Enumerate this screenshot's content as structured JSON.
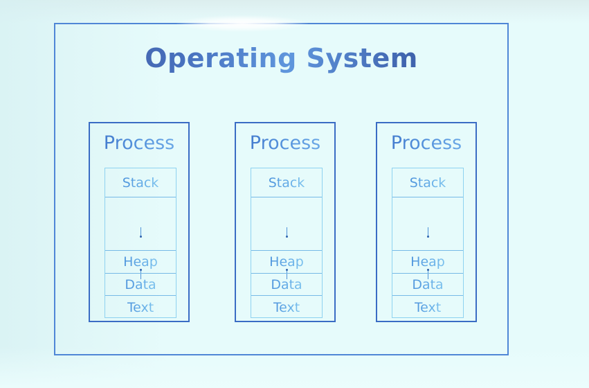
{
  "diagram": {
    "title": "Operating System",
    "background_color": "#e6fbfb",
    "frame_color": "#4f86d6",
    "process_border_color": "#3a6cc4",
    "memory_border_color": "#8ed2f0",
    "title_color": "#3f63ad",
    "process_label_color": "#4a84d8",
    "segment_label_color": "#5aa4e2",
    "processes": [
      {
        "label": "Process",
        "segments": [
          {
            "name": "Stack",
            "label": "Stack"
          },
          {
            "name": "free-space",
            "label": ""
          },
          {
            "name": "Heap",
            "label": "Heap"
          },
          {
            "name": "Data",
            "label": "Data"
          },
          {
            "name": "Text",
            "label": "Text"
          }
        ]
      },
      {
        "label": "Process",
        "segments": [
          {
            "name": "Stack",
            "label": "Stack"
          },
          {
            "name": "free-space",
            "label": ""
          },
          {
            "name": "Heap",
            "label": "Heap"
          },
          {
            "name": "Data",
            "label": "Data"
          },
          {
            "name": "Text",
            "label": "Text"
          }
        ]
      },
      {
        "label": "Process",
        "segments": [
          {
            "name": "Stack",
            "label": "Stack"
          },
          {
            "name": "free-space",
            "label": ""
          },
          {
            "name": "Heap",
            "label": "Heap"
          },
          {
            "name": "Data",
            "label": "Data"
          },
          {
            "name": "Text",
            "label": "Text"
          }
        ]
      }
    ]
  }
}
